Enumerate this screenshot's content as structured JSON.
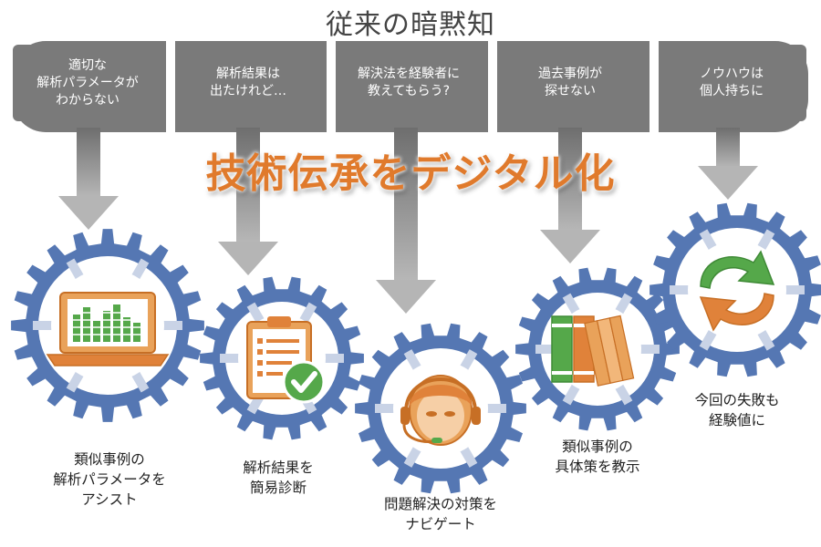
{
  "title": "従来の暗黙知",
  "problems": [
    "適切な\n解析パラメータが\nわからない",
    "解析結果は\n出たけれど…",
    "解決法を経験者に\n教えてもらう?",
    "過去事例が\n探せない",
    "ノウハウは\n個人持ちに"
  ],
  "headline": "技術伝承をデジタル化",
  "solutions": [
    "類似事例の\n解析パラメータを\nアシスト",
    "解析結果を\n簡易診断",
    "問題解決の対策を\nナビゲート",
    "類似事例の\n具体策を教示",
    "今回の失敗も\n経験値に"
  ],
  "gear_icons": [
    "laptop-chart-icon",
    "clipboard-check-icon",
    "operator-headset-icon",
    "books-icon",
    "recycle-arrows-icon"
  ],
  "colors": {
    "gear": "#5577b3",
    "problem_bar": "#7a7a7a",
    "headline": "#e07a2c",
    "arrow": "#8a8a8a",
    "icon_orange": "#e0823a",
    "icon_green": "#55a84a"
  }
}
